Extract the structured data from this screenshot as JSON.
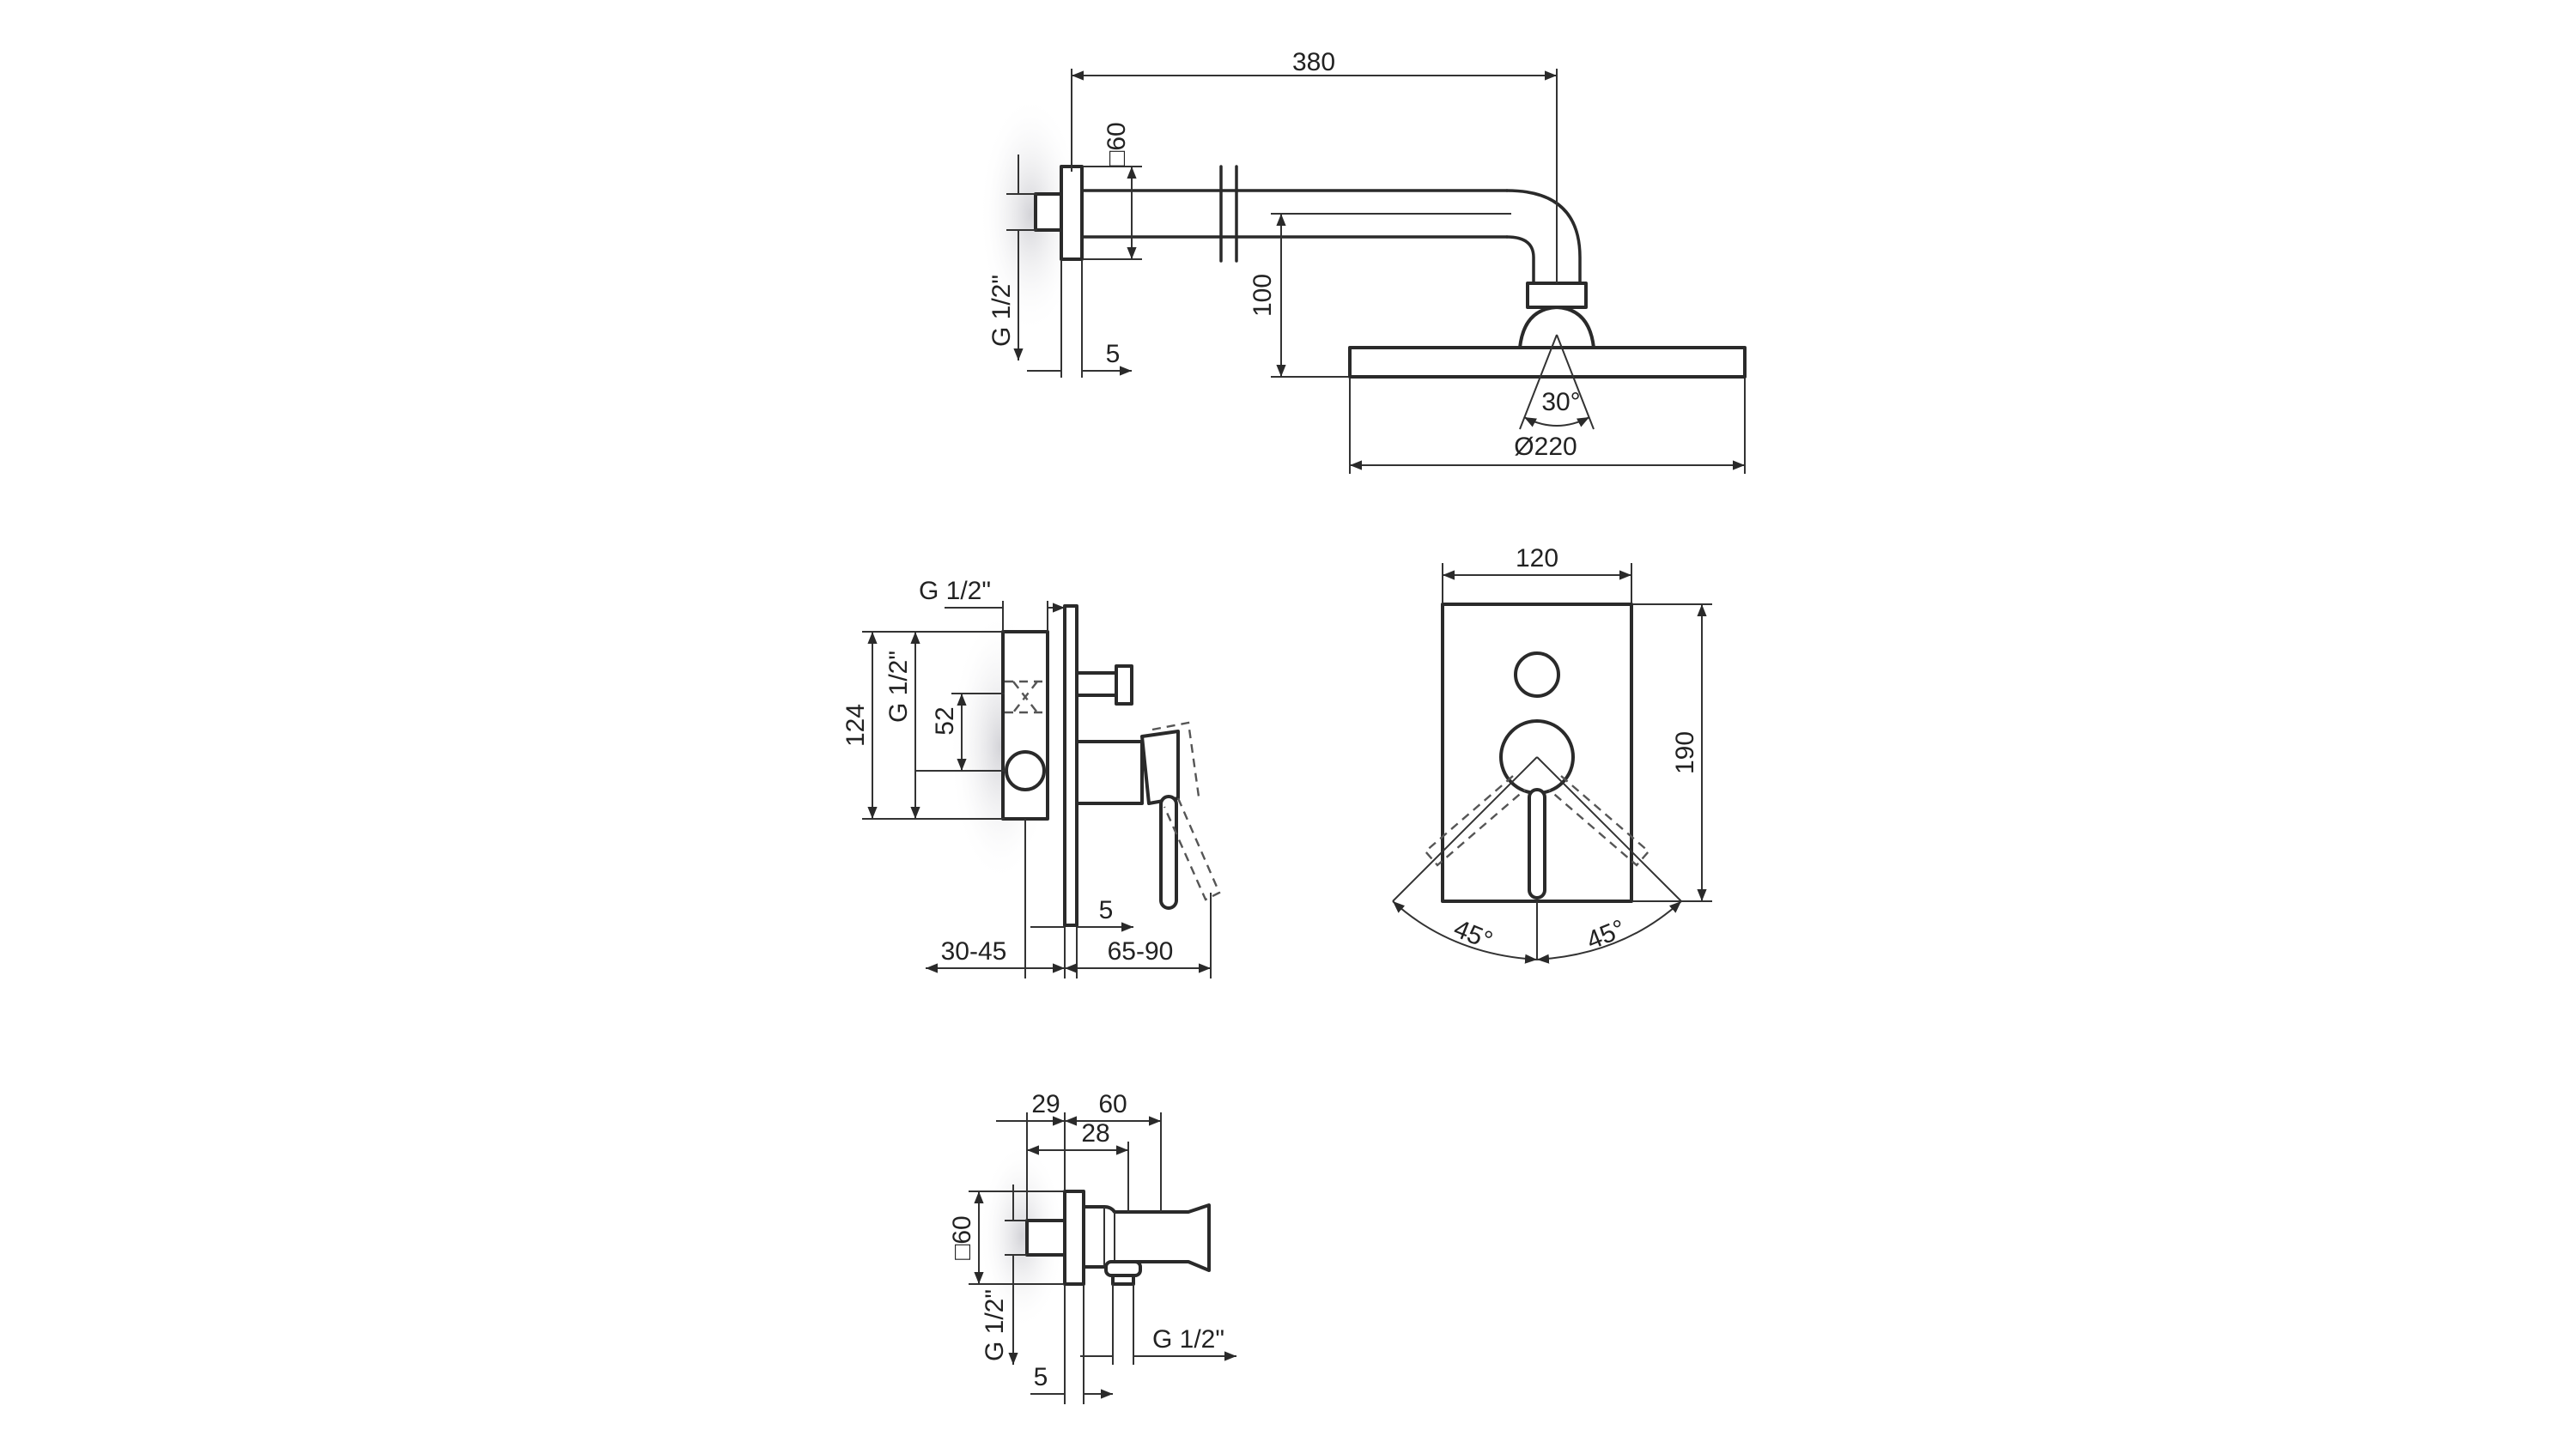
{
  "shower_arm_view": {
    "arm_length": "380",
    "flange_square": "□60",
    "connection_thread": "G 1/2\"",
    "flange_thickness": "5",
    "head_height": "100",
    "spray_angle": "30°",
    "head_diameter": "Ø220"
  },
  "mixer_side_view": {
    "inlet_thread_top": "G 1/2\"",
    "body_height": "124",
    "outlet_thread": "G 1/2\"",
    "outlet_spacing": "52",
    "plate_thickness": "5",
    "wall_depth": "30-45",
    "projection": "65-90"
  },
  "mixer_front_view": {
    "plate_width": "120",
    "plate_height": "190",
    "lever_angle_left": "45°",
    "lever_angle_right": "45°"
  },
  "hose_outlet_view": {
    "depth_behind": "29",
    "projection": "60",
    "outlet_offset": "28",
    "flange_square": "□60",
    "wall_thread": "G 1/2\"",
    "hose_thread": "G 1/2\"",
    "flange_thickness": "5"
  }
}
